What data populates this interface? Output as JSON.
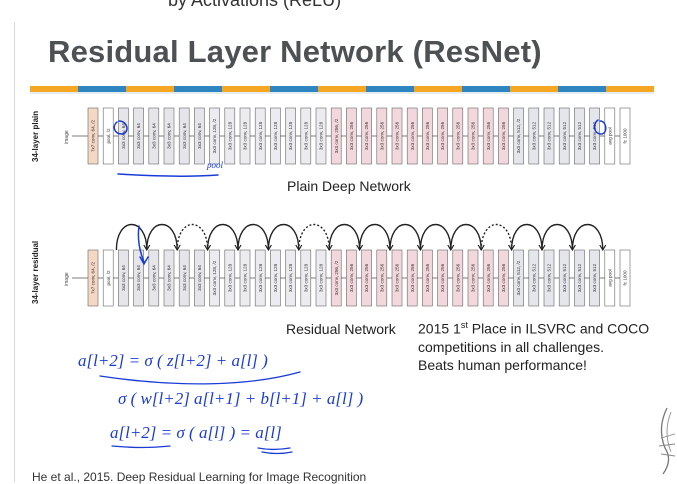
{
  "top_strip_text": "by Activations (ReLU)",
  "slide": {
    "title": "Residual Layer Network (ResNet)",
    "color_bar": [
      "#f5a623",
      "#2e86c1",
      "#f5a623",
      "#2e86c1",
      "#f5a623",
      "#2e86c1",
      "#f5a623",
      "#2e86c1",
      "#f5a623",
      "#2e86c1",
      "#f5a623",
      "#2e86c1",
      "#f5a623"
    ],
    "plain_side_label": "34-layer plain",
    "residual_side_label": "34-layer residual",
    "plain_caption": "Plain Deep Network",
    "residual_caption": "Residual Network",
    "note_lines": [
      "2015 1st Place in ILSVRC and COCO",
      "competitions in all challenges.",
      "Beats human performance!"
    ],
    "citation": "He et al., 2015. Deep Residual Learning for Image Recognition",
    "layers": [
      {
        "label": "7x7 conv, 64, /2",
        "group": "c"
      },
      {
        "label": "pool, /2",
        "group": "p"
      },
      {
        "label": "3x3 conv, 64",
        "group": "a"
      },
      {
        "label": "3x3 conv, 64",
        "group": "a"
      },
      {
        "label": "3x3 conv, 64",
        "group": "a"
      },
      {
        "label": "3x3 conv, 64",
        "group": "a"
      },
      {
        "label": "3x3 conv, 64",
        "group": "a"
      },
      {
        "label": "3x3 conv, 64",
        "group": "a"
      },
      {
        "label": "3x3 conv, 128, /2",
        "group": "b"
      },
      {
        "label": "3x3 conv, 128",
        "group": "b"
      },
      {
        "label": "3x3 conv, 128",
        "group": "b"
      },
      {
        "label": "3x3 conv, 128",
        "group": "b"
      },
      {
        "label": "3x3 conv, 128",
        "group": "b"
      },
      {
        "label": "3x3 conv, 128",
        "group": "b"
      },
      {
        "label": "3x3 conv, 128",
        "group": "b"
      },
      {
        "label": "3x3 conv, 128",
        "group": "b"
      },
      {
        "label": "3x3 conv, 256, /2",
        "group": "d"
      },
      {
        "label": "3x3 conv, 256",
        "group": "d"
      },
      {
        "label": "3x3 conv, 256",
        "group": "d"
      },
      {
        "label": "3x3 conv, 256",
        "group": "d"
      },
      {
        "label": "3x3 conv, 256",
        "group": "d"
      },
      {
        "label": "3x3 conv, 256",
        "group": "d"
      },
      {
        "label": "3x3 conv, 256",
        "group": "d"
      },
      {
        "label": "3x3 conv, 256",
        "group": "d"
      },
      {
        "label": "3x3 conv, 256",
        "group": "d"
      },
      {
        "label": "3x3 conv, 256",
        "group": "d"
      },
      {
        "label": "3x3 conv, 256",
        "group": "d"
      },
      {
        "label": "3x3 conv, 256",
        "group": "d"
      },
      {
        "label": "3x3 conv, 512, /2",
        "group": "e"
      },
      {
        "label": "3x3 conv, 512",
        "group": "e"
      },
      {
        "label": "3x3 conv, 512",
        "group": "e"
      },
      {
        "label": "3x3 conv, 512",
        "group": "e"
      },
      {
        "label": "3x3 conv, 512",
        "group": "e"
      },
      {
        "label": "3x3 conv, 512",
        "group": "e"
      },
      {
        "label": "avg pool",
        "group": "p"
      },
      {
        "label": "fc 1000",
        "group": "f"
      }
    ],
    "input_label": "image",
    "skip_dashed_after": [
      6,
      14,
      26
    ],
    "group_colors": {
      "c": "#f4d8c4",
      "p": "#ffffff",
      "a": "#e6e6ea",
      "b": "#ececf0",
      "d": "#f2d8dc",
      "e": "#e4e6ec",
      "f": "#ffffff"
    },
    "annotation_pool": "pool",
    "handwriting": [
      "a[l+2] = σ ( z[l+2] + a[l] )",
      "σ ( w[l+2] a[l+1] + b[l+1] + a[l] )",
      "a[l+2] = σ ( a[l] ) = a[l]"
    ]
  }
}
